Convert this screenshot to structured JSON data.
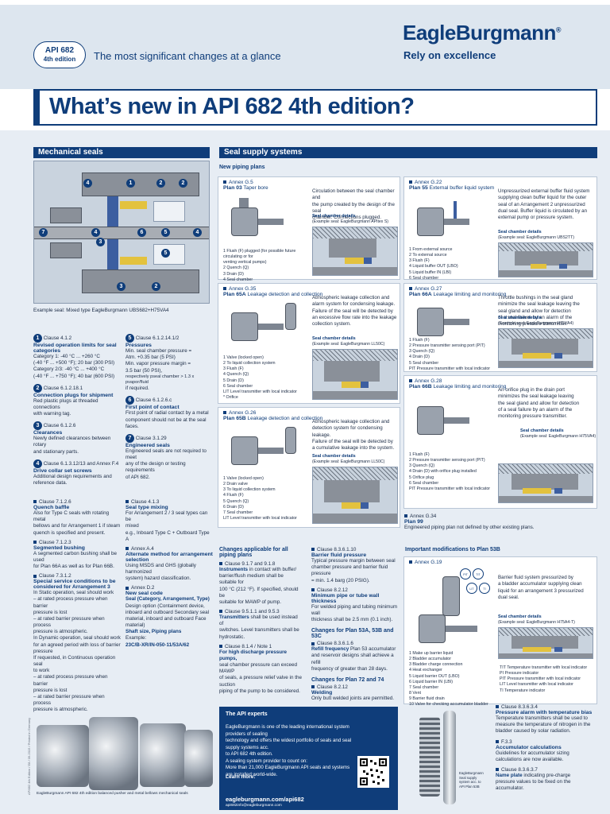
{
  "header": {
    "badge_line1": "API 682",
    "badge_line2": "4th edition",
    "tagline": "The most significant changes at a glance",
    "logo": "EagleBurgmann",
    "slogan": "Rely on excellence"
  },
  "title": "What’s new in API 682 4th edition?",
  "mechanical": {
    "heading": "Mechanical seals",
    "diagram_numbers": [
      "1",
      "2",
      "3",
      "4",
      "5",
      "6",
      "7",
      "2",
      "2",
      "4",
      "4",
      "5",
      "3"
    ],
    "caption": "Example seal: Mixed type EagleBurgmann UBS682+H75VA4",
    "col1": [
      {
        "num": "1",
        "clause": "Clause 4.1.2",
        "head": "Revised operation limits for seal categories",
        "body": [
          "Category 1: -40 °C ... +260 °C",
          "(-40 °F ... +500 °F); 20 bar (300 PSI)",
          "Category 2/3: -40 °C ... +400 °C",
          "(-40 °F ... +750 °F); 40 bar (600 PSI)"
        ]
      },
      {
        "num": "2",
        "clause": "Clause 6.1.2.18.1",
        "head": "Connection plugs for shipment",
        "body": [
          "Red plastic plugs at threaded connections",
          "with warning tag."
        ]
      },
      {
        "num": "3",
        "clause": "Clause 6.1.2.6",
        "head": "Clearances",
        "body": [
          "Newly defined clearances between rotary",
          "and stationary parts."
        ]
      },
      {
        "num": "4",
        "clause": "Clause 6.1.3.12/13 and Annex F.4",
        "head": "Drive collar set screws",
        "body": [
          "Additional design requirements and",
          "reference data."
        ]
      }
    ],
    "col2": [
      {
        "num": "5",
        "clause": "Clause 6.1.2.14.1/2",
        "head": "Pressures",
        "body": [
          "Min. seal chamber pressure =",
          "Atm. +0.35 bar (5 PSI)",
          "Min. vapor pressure margin =",
          "3.5 bar (50 PSI),",
          "respectively pseal chamber > 1.3 x pvapor/fluid",
          "if required."
        ]
      },
      {
        "num": "6",
        "clause": "Clause 6.1.2.6.c",
        "head": "First point of contact",
        "body": [
          "First point of radial contact by a metal",
          "component should not be at the seal faces."
        ]
      },
      {
        "num": "7",
        "clause": "Clause 3.1.29",
        "head": "Engineered seals",
        "body": [
          "Engineered seals are not required to meet",
          "any of the design or testing requirements",
          "of API 682."
        ]
      }
    ],
    "col3": [
      {
        "clause": "Clause 7.1.2.6",
        "head": "Quench baffle",
        "body": [
          "Also for Type C seals with rotating metal",
          "bellows and for Arrangement 1 if steam",
          "quench is specified and present."
        ]
      },
      {
        "clause": "Clause 7.1.2.3",
        "head": "Segmented bushing",
        "body": [
          "A segmented carbon bushing shall be used",
          "for Plan 66A as well as for Plan 66B."
        ]
      },
      {
        "clause": "Clause 7.3.1.2",
        "head": "Special service conditions to be considered for Arrangement 3",
        "body": [
          "In Static operation, seal should work",
          "– at rated process pressure when barrier",
          "   pressure is lost",
          "– at rated barrier pressure when process",
          "   pressure is atmospheric.",
          "In Dynamic operation, seal should work",
          "for an agreed period with loss of barrier",
          "pressure",
          "If requested, in Continuous operation seal",
          "to work",
          "– at rated process pressure when barrier",
          "   pressure is lost",
          "– at rated barrier pressure when process",
          "   pressure is atmospheric."
        ]
      }
    ],
    "col4": [
      {
        "clause": "Clause 4.1.3",
        "head": "Seal type mixing",
        "body": [
          "For Arrangement 2 / 3 seal types can be",
          "mixed",
          "e.g., Inboard Type C + Outboard Type A"
        ]
      },
      {
        "clause": "Annex A.4",
        "head": "Alternate method for arrangement selection",
        "body": [
          "Using MSDS and GHS (globally harmonized",
          "system) hazard classification."
        ]
      },
      {
        "clause": "Annex D.2",
        "head": "New seal code",
        "body": [
          "Design option (Containment device,",
          "inboard and outboard Secondary seal",
          "material, inboard and outboard Face",
          "material)",
          "Shaft size, Piping plans",
          "",
          "Example:",
          "23C/B-XR/IN-050-11/53A/62"
        ],
        "body_bold_head": "Seal (Category, Arrangement, Type)"
      }
    ],
    "photo_caption": "EagleBurgmann API 682 4th edition balanced pusher and metal bellows mechanical seals"
  },
  "supply": {
    "heading": "Seal supply systems",
    "new_plans_heading": "New piping plans",
    "plans": [
      {
        "annex": "Annex G.5",
        "plan": "Plan 03",
        "name": "Taper bore",
        "desc": [
          "Circulation between the seal chamber and",
          "the pump created by the design of the seal",
          "chamber. Connections plugged."
        ],
        "details_head": "Seal chamber details",
        "details_sub": "(Example seal: EagleBurgmann APItex S)",
        "legend": [
          "1  Flush (F) plugged (for possible future circulating or for",
          "    venting vertical pumps)",
          "2  Quench (Q)",
          "3  Drain (D)",
          "4  Seal chamber"
        ]
      },
      {
        "annex": "Annex G.22",
        "plan": "Plan 55",
        "name": "External buffer liquid system",
        "desc": [
          "Unpressurized external buffer fluid system",
          "supplying clean buffer liquid for the outer",
          "seal of an Arrangement 2 unpressurized",
          "dual seal. Buffer liquid is circulated by an",
          "external pump or pressure system."
        ],
        "details_head": "Seal chamber details",
        "details_sub": "(Example seal: EagleBurgmann UBS2TT)",
        "legend": [
          "1  From external source",
          "2  To external source",
          "3  Flush (F)",
          "4  Liquid buffer OUT (LBO)",
          "5  Liquid buffer IN (LBI)",
          "6  Seal chamber"
        ]
      },
      {
        "annex": "Annex G.35",
        "plan": "Plan 65A",
        "name": "Leakage detection and collection",
        "desc": [
          "Atmospheric leakage collection and",
          "alarm system for condensing leakage.",
          "Failure of the seal will be detected by",
          "an excessive flow rate into the leakage",
          "collection system."
        ],
        "details_head": "Seal chamber details",
        "details_sub": "(Example seal: EagleBurgmann LL50C)",
        "legend": [
          "1  Valve (locked open)",
          "2  To liquid collection system",
          "3  Flush (F)",
          "4  Quench (Q)",
          "5  Drain (D)",
          "6  Seal chamber",
          "LIT  Level transmitter with local indicator",
          "*  Orifice"
        ]
      },
      {
        "annex": "Annex G.27",
        "plan": "Plan 66A",
        "name": "Leakage limiting and monitoring",
        "desc": [
          "Throttle bushings in the seal gland",
          "minimize the seal leakage leaving the",
          "seal gland and allow for detection",
          "of a seal failure by an alarm of the",
          "monitoring pressure transmitter."
        ],
        "details_head": "Seal chamber details",
        "details_sub": "(Example seal: EagleBurgmann H75VA4)",
        "legend": [
          "1  Flush (F)",
          "2  Pressure transmitter sensing port (PIT)",
          "3  Quench (Q)",
          "4  Drain (D)",
          "5  Seal chamber",
          "PIT  Pressure transmitter with local indicator"
        ]
      },
      {
        "annex": "Annex G.26",
        "plan": "Plan 65B",
        "name": "Leakage detection and collection",
        "desc": [
          "Atmospheric leakage collection and",
          "detection system for condensing leakage.",
          "Failure of the seal will be detected by",
          "a cumulative leakage into the system."
        ],
        "details_head": "Seal chamber details",
        "details_sub": "(Example seal: EagleBurgmann LL50C)",
        "legend": [
          "1  Valve (locked open)",
          "2  Drain valve",
          "3  To liquid collection system",
          "4  Flush (F)",
          "5  Quench (Q)",
          "6  Drain (D)",
          "7  Seal chamber",
          "LIT  Level transmitter with local indicator"
        ]
      },
      {
        "annex": "Annex G.28",
        "plan": "Plan 66B",
        "name": "Leakage limiting and monitoring",
        "desc": [
          "An orifice plug in the drain port",
          "minimizes the seal leakage leaving",
          "the seal gland and allow for detection",
          "of a seal failure by an alarm of the",
          "monitoring pressure transmitter."
        ],
        "details_head": "Seal chamber details",
        "details_sub": "(Example seal: EagleBurgmann H75VA4)",
        "legend": [
          "1  Flush (F)",
          "2  Pressure transmitter sensing port (PIT)",
          "3  Quench (Q)",
          "4  Drain (D) with orifice plug installed",
          "5  Orifice plug",
          "6  Seal chamber",
          "PIT  Pressure transmitter with local indicator"
        ]
      }
    ],
    "plan99": {
      "annex": "Annex G.34",
      "plan": "Plan 99",
      "desc": "Engineered piping plan not defined by other existing plans."
    },
    "all_plans_heading": "Changes applicable for all piping plans",
    "all_plans": [
      {
        "clause": "Clause 9.1.7 and 9.1.8",
        "head": "Instruments",
        "body": [
          "in contact with buffer/",
          "barrier/flush medium shall be suitable for",
          "100 °C (212 °F). If specified, should be",
          "suitable for MAWP of pump."
        ]
      },
      {
        "clause": "Clause 9.5.1.1 and 9.5.3",
        "head": "Transmitters",
        "body": [
          "shall be used instead of",
          "switches. Level transmitters shall be",
          "hydrostatic."
        ]
      },
      {
        "clause": "Clause 8.1.4 / Note 1",
        "head": "For high discharge pressure pumps,",
        "body": [
          "seal chamber pressure can exceed MAWP",
          "of seals, a pressure relief valve in the suction",
          "piping of the pump to be considered."
        ]
      }
    ],
    "col_mid": [
      {
        "clause": "Clause 8.3.6.1.10",
        "head": "Barrier fluid pressure",
        "body": [
          "Typical pressure margin between seal",
          "chamber pressure and barrier fluid pressure",
          "= min. 1.4 barg (20 PSIG)."
        ]
      },
      {
        "clause": "Clause 8.2.12",
        "head": "Minimum pipe or tube wall thickness",
        "body": [
          "For welded piping and tubing minimum wall",
          "thickness shall be 2.5 mm (0.1 inch)."
        ]
      }
    ],
    "plan53_heading": "Changes for Plan 53A, 53B and 53C",
    "plan53": {
      "clause": "Clause 8.3.6.1.6",
      "head": "Refill frequency",
      "body": [
        "Plan 53 accumulator",
        "and reservoir designs shall achieve a refill",
        "frequency of greater than 28 days."
      ]
    },
    "plan72_heading": "Changes for Plan 72 and 74",
    "plan72": {
      "clause": "Clause 8.2.12",
      "head": "Welding",
      "body": [
        "Only butt welded joints are permitted."
      ]
    },
    "plan53b_heading": "Important modifications to Plan 53B",
    "plan53b": {
      "annex": "Annex G.19",
      "desc": [
        "Barrier fluid system pressurized by",
        "a bladder accumulator supplying clean",
        "liquid for an arrangement 3 pressurized",
        "dual seal."
      ],
      "details_head": "Seal chamber details",
      "details_sub": "(Example seal: EagleBurgmann H75A4-T)",
      "legend": [
        "1  Make up barrier liquid",
        "2  Bladder accumulator",
        "3  Bladder charge connection",
        "4  Heat exchanger",
        "5  Liquid barrier OUT (LBO)",
        "6  Liquid barrier IN (LBI)",
        "7  Seal chamber",
        "8  Vent",
        "9  Barrier fluid drain",
        "10  Valve for checking accumulator bladder integrity"
      ],
      "legend2": [
        "TIT  Temperature transmitter with local indicator",
        "PI  Pressure indicator",
        "PIT  Pressure transmitter with local indicator",
        "LIT  Level transmitter with local indicator",
        "TI  Temperature indicator"
      ],
      "gauge_labels": [
        "PIT",
        "TIT",
        "LIT",
        "TI"
      ]
    },
    "bottom_right": [
      {
        "clause": "Clause 8.3.6.3.4",
        "head": "Pressure alarm with temperature bias",
        "body": [
          "Temperature transmitters shall be used to",
          "measure the temperature of nitrogen in the",
          "bladder caused by solar radiation."
        ]
      },
      {
        "clause": "F.3.3",
        "head": "Accumulator calculations",
        "body": [
          "Guidelines for accumulator sizing",
          "calculations are now available."
        ]
      },
      {
        "clause": "Clause 8.3.6.3.7",
        "head": "Name plate",
        "body": [
          "indicating pre-charge",
          "pressure values to be fixed on the accumulator."
        ]
      }
    ],
    "accumulator_caption": [
      "EagleBurgmann",
      "Seal supply",
      "system acc. to",
      "API Plan 53B"
    ]
  },
  "api_experts": {
    "title": "The API experts",
    "body": [
      "EagleBurgmann is one of the leading international system providers of sealing",
      "technology and offers the widest portfolio of seals and seal supply systems acc.",
      "to API 682 4th edition.",
      "A sealing system provider to count on:",
      "More than 21,000 EagleBurgmann API seals and systems",
      "are installed world-wide."
    ],
    "learn": "Learn more:",
    "url": "eagleburgmann.com/api682",
    "email": "api682info@eagleburgmann.com"
  },
  "side_code": "API682 4th Edition / E8 / 09-2015 / Printed in Germany"
}
